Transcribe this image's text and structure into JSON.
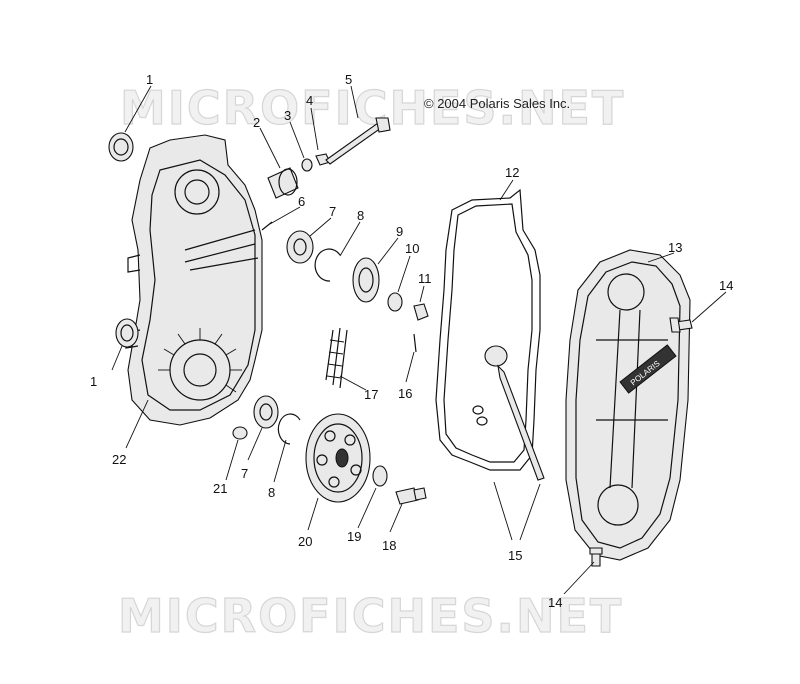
{
  "copyright": "© 2004 Polaris Sales Inc.",
  "watermarks": [
    "MICROFICHES.NET",
    "MICROFICHES.NET"
  ],
  "cover_brand": "POLARIS",
  "callouts": {
    "c1a": "1",
    "c1b": "1",
    "c2": "2",
    "c3": "3",
    "c4": "4",
    "c5": "5",
    "c6": "6",
    "c7a": "7",
    "c7b": "7",
    "c8a": "8",
    "c8b": "8",
    "c9": "9",
    "c10": "10",
    "c11": "11",
    "c12": "12",
    "c13": "13",
    "c14a": "14",
    "c14b": "14",
    "c15": "15",
    "c16": "16",
    "c17": "17",
    "c18": "18",
    "c19": "19",
    "c20": "20",
    "c21": "21",
    "c22": "22"
  },
  "colors": {
    "ink": "#111111",
    "watermark": "#d6d6d6",
    "background": "#ffffff"
  }
}
